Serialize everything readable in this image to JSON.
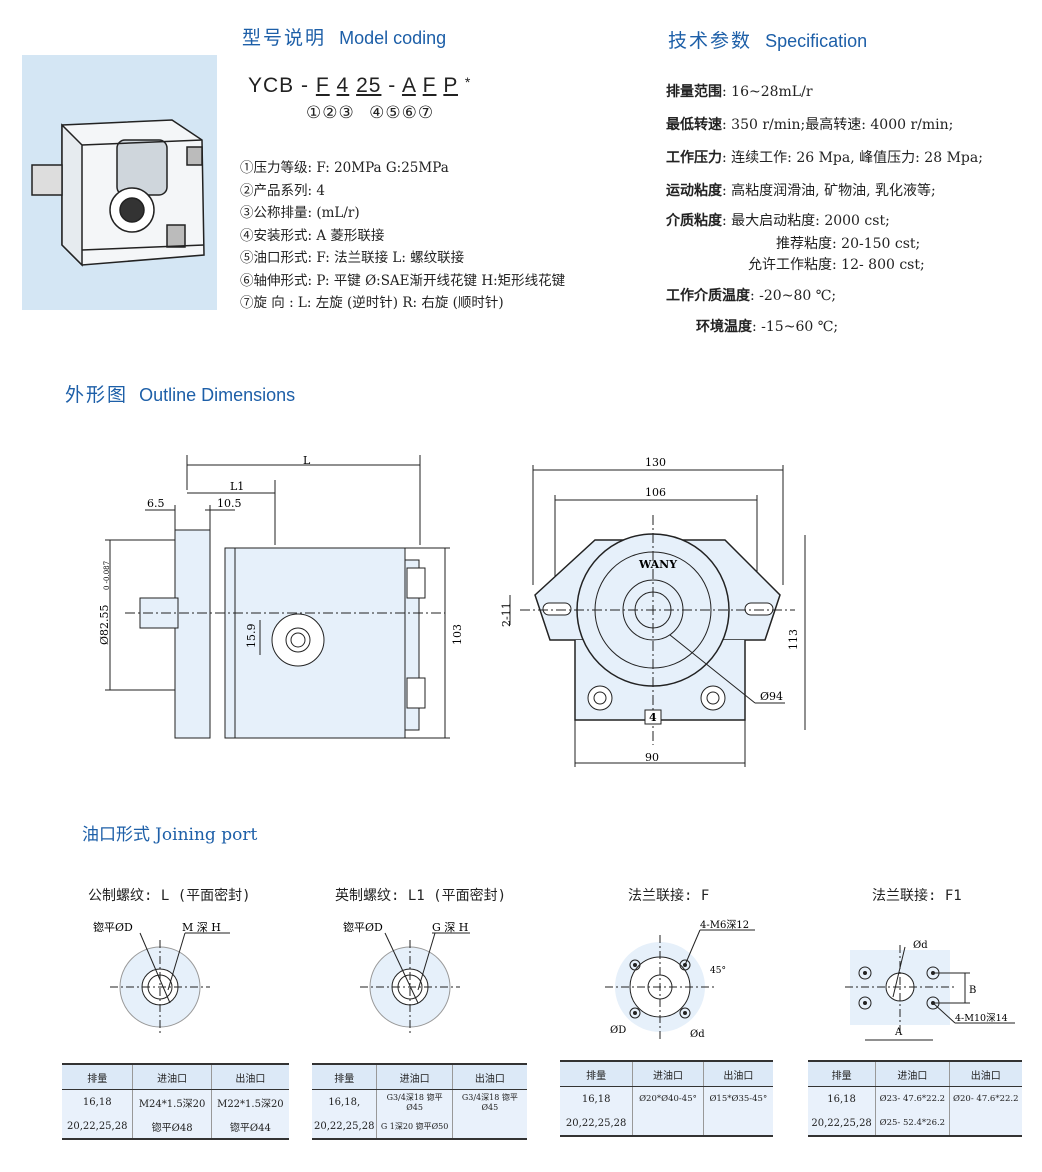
{
  "model_coding": {
    "title_cn": "型号说明",
    "title_en": "Model coding",
    "code_parts": [
      "YCB",
      "-",
      "F",
      "4",
      "25",
      "-",
      "A",
      "F",
      "P",
      "*"
    ],
    "circled": [
      "①",
      "②",
      "③",
      "④",
      "⑤",
      "⑥",
      "⑦"
    ],
    "lines": [
      {
        "label": "①压力等级",
        "value": ": F: 20MPa   G:25MPa"
      },
      {
        "label": "②产品系列",
        "value": ": 4"
      },
      {
        "label": "③公称排量",
        "value": ": (mL/r)"
      },
      {
        "label": "④安装形式",
        "value": ": A 菱形联接"
      },
      {
        "label": "⑤油口形式",
        "value": ": F: 法兰联接    L: 螺纹联接"
      },
      {
        "label": "⑥轴伸形式",
        "value": ": P: 平键  Ø:SAE渐开线花键      H:矩形线花键"
      },
      {
        "label": "⑦旋    向",
        "value": " : L: 左旋 (逆时针)   R: 右旋 (顺时针)"
      }
    ]
  },
  "specification": {
    "title_cn": "技术参数",
    "title_en": "Specification",
    "rows": [
      {
        "label": "排量范围",
        "value": ": 16~28mL/r"
      },
      {
        "label": "最低转速",
        "value": ": 350 r/min;最高转速: 4000 r/min;"
      },
      {
        "label": "工作压力",
        "value": ": 连续工作: 26 Mpa, 峰值压力: 28 Mpa;"
      },
      {
        "label": "运动粘度",
        "value": ": 高粘度润滑油, 矿物油, 乳化液等;"
      },
      {
        "label": "介质粘度",
        "value": ": 最大启动粘度: 2000 cst;"
      },
      {
        "label": "",
        "value": "推荐粘度: 20-150 cst;"
      },
      {
        "label": "",
        "value": "允许工作粘度: 12- 800 cst;"
      },
      {
        "label": "工作介质温度",
        "value": ": -20~80 ℃;"
      },
      {
        "label": "环境温度",
        "value": ": -15~60 ℃;"
      }
    ]
  },
  "outline": {
    "title_cn": "外形图",
    "title_en": "Outline Dimensions",
    "side": {
      "L": "L",
      "L1": "L1",
      "d65": "6.5",
      "d105": "10.5",
      "dia": "Ø82.55",
      "tol": "0 -0.087",
      "d159": "15.9",
      "h103": "103"
    },
    "front": {
      "w130": "130",
      "w106": "106",
      "w90": "90",
      "h113": "113",
      "d211": "2-11",
      "d94": "Ø94",
      "brand": "WANY",
      "num": "4"
    }
  },
  "joining_port": {
    "title_cn": "油口形式",
    "title_en": "Joining port",
    "ports": [
      {
        "title": "公制螺纹: L (平面密封)",
        "labels": [
          "锪平ØD",
          "M 深 H"
        ],
        "headers": [
          "排量",
          "进油口",
          "出油口"
        ],
        "rows": [
          [
            "16,18",
            "M24*1.5深20",
            "M22*1.5深20"
          ],
          [
            "20,22,25,28",
            "锪平Ø48",
            "锪平Ø44"
          ]
        ]
      },
      {
        "title": "英制螺纹: L1 (平面密封)",
        "labels": [
          "锪平ØD",
          "G 深 H"
        ],
        "headers": [
          "排量",
          "进油口",
          "出油口"
        ],
        "rows": [
          [
            "16,18,",
            "G3/4深18 锪平Ø45",
            "G3/4深18 锪平Ø45"
          ],
          [
            "20,22,25,28",
            "G 1深20 锪平Ø50",
            ""
          ]
        ]
      },
      {
        "title": "法兰联接: F",
        "labels": [
          "4-M6深12",
          "45°",
          "ØD",
          "Ød"
        ],
        "headers": [
          "排量",
          "进油口",
          "出油口"
        ],
        "rows": [
          [
            "16,18",
            "Ø20*Ø40-45°",
            "Ø15*Ø35-45°"
          ],
          [
            "20,22,25,28",
            "",
            ""
          ]
        ]
      },
      {
        "title": "法兰联接: F1",
        "labels": [
          "Ød",
          "B",
          "4-M10深14",
          "A"
        ],
        "headers": [
          "排量",
          "进油口",
          "出油口"
        ],
        "rows": [
          [
            "16,18",
            "Ø23- 47.6*22.2",
            "Ø20- 47.6*22.2"
          ],
          [
            "20,22,25,28",
            "Ø25- 52.4*26.2",
            ""
          ]
        ]
      }
    ]
  },
  "colors": {
    "accent": "#1d5fa8",
    "photo_bg": "#d4e6f4",
    "drawing_fill": "#e6f0fa"
  }
}
